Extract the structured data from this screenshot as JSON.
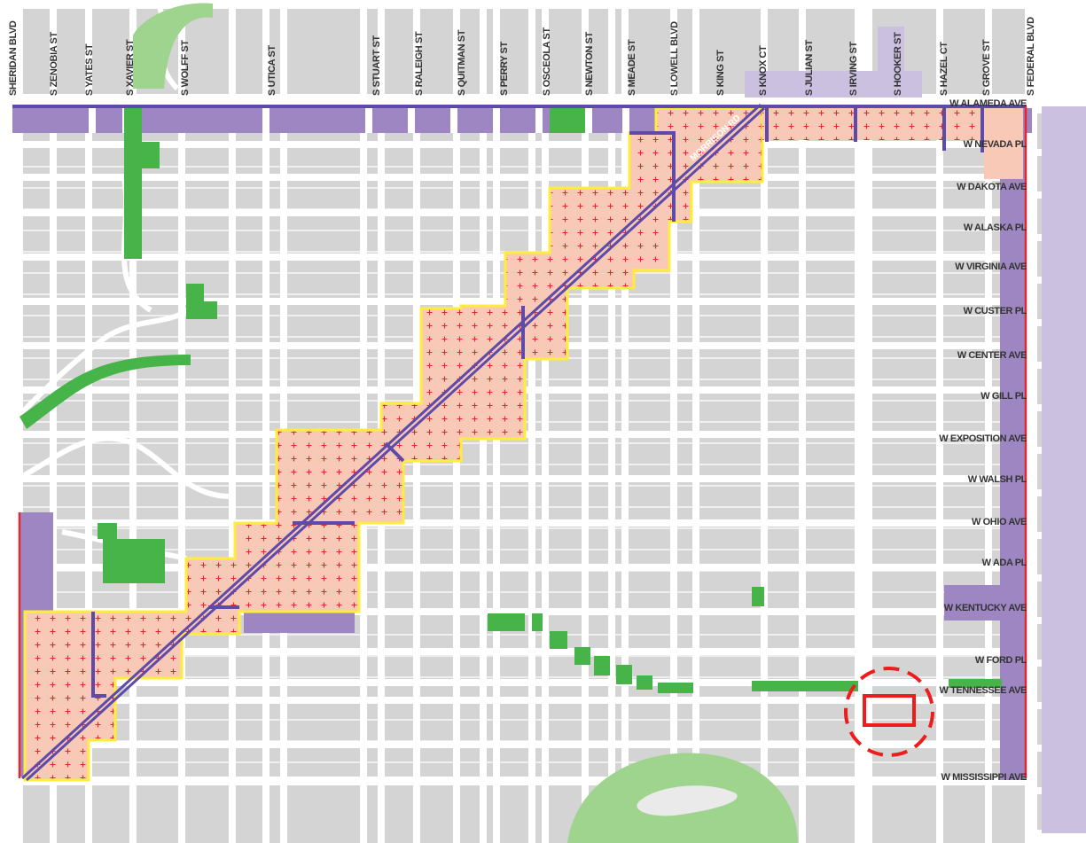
{
  "map": {
    "north_south_streets": [
      "SHERIDAN BLVD",
      "S ZENOBIA ST",
      "S YATES ST",
      "S XAVIER ST",
      "S WOLFF ST",
      "S UTICA ST",
      "S STUART ST",
      "S RALEIGH ST",
      "S QUITMAN ST",
      "S PERRY ST",
      "S OSCEOLA ST",
      "S NEWTON ST",
      "S MEADE ST",
      "S LOWELL BLVD",
      "S KING ST",
      "S KNOX CT",
      "S JULIAN ST",
      "S IRVING ST",
      "S HOOKER ST",
      "S HAZEL CT",
      "S GROVE ST",
      "S FEDERAL BLVD"
    ],
    "east_west_streets": [
      "W ALAMEDA AVE",
      "W NEVADA PL",
      "W DAKOTA AVE",
      "W ALASKA PL",
      "W VIRGINIA AVE",
      "W CUSTER PL",
      "W CENTER AVE",
      "W GILL PL",
      "W EXPOSITION AVE",
      "W WALSH PL",
      "W OHIO AVE",
      "W ADA PL",
      "W KENTUCKY AVE",
      "W FORD PL",
      "W TENNESSEE AVE",
      "W MISSISSIPPI AVE"
    ],
    "diagonal_street": "MORRISON RD",
    "colors": {
      "block": "#d4d4d4",
      "street": "#ffffff",
      "park": "#46b449",
      "park_light": "#9fd48f",
      "purple": "#9d86c2",
      "purple_light": "#cbc0e0",
      "corridor_fill": "#f8c9b6",
      "corridor_outline": "#ffec3d",
      "corridor_plus": "#e8252a",
      "corridor_line": "#5e4aa8",
      "boundary": "#e8252a",
      "highlight": "#ee1c1c"
    },
    "highlight_marker": "dashed-circle"
  }
}
